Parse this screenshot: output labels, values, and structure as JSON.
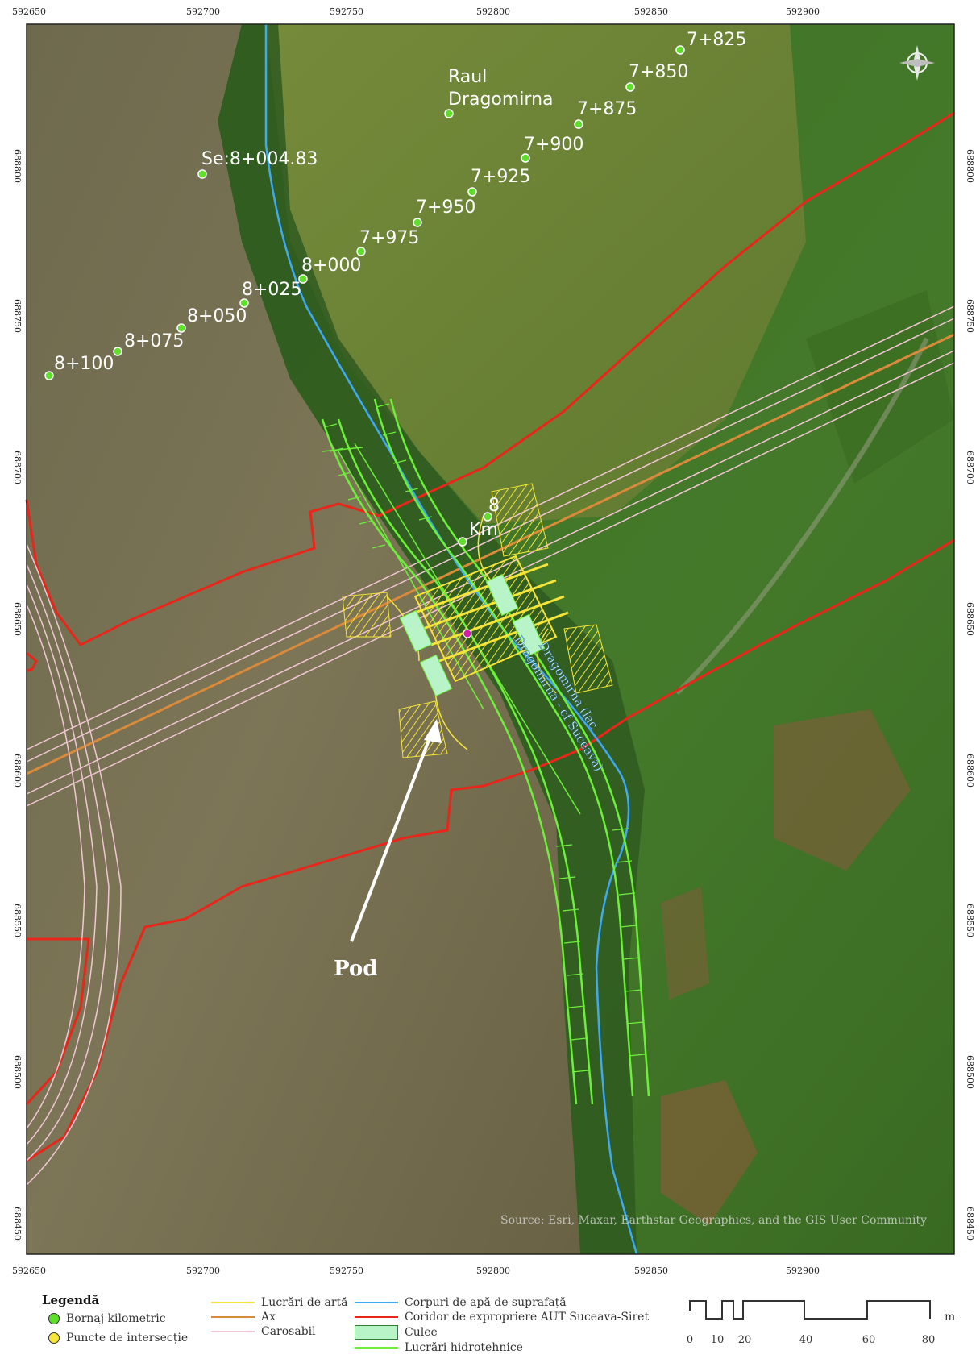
{
  "map": {
    "x_ticks": [
      "592650",
      "592700",
      "592750",
      "592800",
      "592850",
      "592900"
    ],
    "y_ticks": [
      "688800",
      "688750",
      "688700",
      "688650",
      "688600",
      "688550",
      "688500",
      "688450"
    ],
    "chainage": [
      {
        "label": "7+825"
      },
      {
        "label": "7+850"
      },
      {
        "label": "7+875"
      },
      {
        "label": "7+900"
      },
      {
        "label": "7+925"
      },
      {
        "label": "7+950"
      },
      {
        "label": "7+975"
      },
      {
        "label": "8+000"
      },
      {
        "label": "8+025"
      },
      {
        "label": "8+050"
      },
      {
        "label": "8+075"
      },
      {
        "label": "8+100"
      }
    ],
    "station_label": "Se:8+004.83",
    "river_label_1": "Raul",
    "river_label_2": "Dragomirna",
    "km_label_1": "8",
    "km_label_2": "Km",
    "stream_label_1": "Dragomirna (lac",
    "stream_label_2": "Dragomirna - cf Suceava)",
    "pod_label": "Pod",
    "attribution": "Source: Esri, Maxar, Earthstar Geographics, and the GIS User Community",
    "colors": {
      "corridor": "#e8261a",
      "axis": "#d98a3a",
      "carriage": "#f3c6d6",
      "structures": "#f5e43a",
      "water": "#3fa9f5",
      "hydro": "#6cf03a",
      "culee": "#b9f3c8"
    },
    "icons": {
      "north": "compass-rose-icon"
    }
  },
  "legend": {
    "title": "Legendă",
    "items": {
      "bornaj": "Bornaj kilometric",
      "puncte": "Puncte de intersecție",
      "lucrari_arta": "Lucrări de artă",
      "ax": "Ax",
      "carosabil": "Carosabil",
      "corpuri_apa": "Corpuri de apă de suprafață",
      "coridor": "Coridor de expropriere AUT Suceava-Siret",
      "culee": "Culee",
      "hidro": "Lucrări hidrotehnice"
    },
    "scale": {
      "labels": [
        "0",
        "10",
        "20",
        "40",
        "60",
        "80"
      ],
      "unit": "m"
    }
  }
}
